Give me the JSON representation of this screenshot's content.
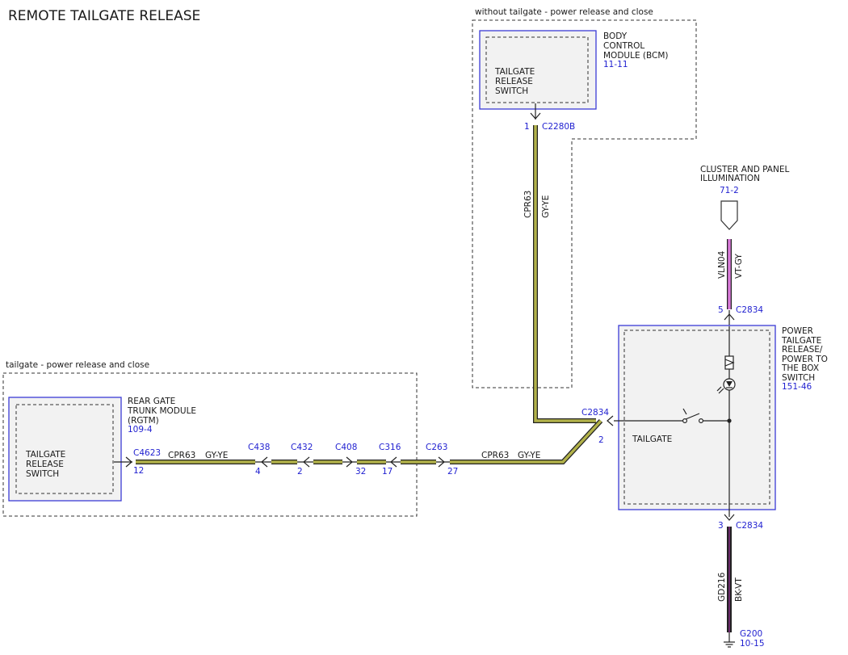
{
  "title": "REMOTE TAILGATE RELEASE",
  "groups": {
    "without_tailgate": "without tailgate - power release and close",
    "tailgate": "tailgate - power release and close"
  },
  "bcm": {
    "name_l1": "BODY",
    "name_l2": "CONTROL",
    "name_l3": "MODULE (BCM)",
    "ref": "11-11",
    "switch_l1": "TAILGATE",
    "switch_l2": "RELEASE",
    "switch_l3": "SWITCH",
    "pin": "1",
    "connector": "C2280B"
  },
  "rgtm": {
    "name_l1": "REAR GATE",
    "name_l2": "TRUNK MODULE",
    "name_l3": "(RGTM)",
    "ref": "109-4",
    "switch_l1": "TAILGATE",
    "switch_l2": "RELEASE",
    "switch_l3": "SWITCH",
    "connector": "C4623",
    "pin": "12"
  },
  "cluster": {
    "name_l1": "CLUSTER AND PANEL",
    "name_l2": "ILLUMINATION",
    "ref": "71-2"
  },
  "ptr": {
    "name_l1": "POWER",
    "name_l2": "TAILGATE",
    "name_l3": "RELEASE/",
    "name_l4": "POWER TO",
    "name_l5": "THE BOX",
    "name_l6": "SWITCH",
    "ref": "151-46",
    "switch_label": "TAILGATE",
    "conn_top": "C2834",
    "pin_top": "5",
    "conn_left": "C2834",
    "pin_left": "2",
    "conn_bottom": "C2834",
    "pin_bottom": "3"
  },
  "wires": {
    "circuit_cpr": "CPR63",
    "color_gy": "GY-YE",
    "circuit_vln": "VLN04",
    "color_vt": "VT-GY",
    "circuit_gd": "GD216",
    "color_bk": "BK-VT"
  },
  "inline_connectors": [
    {
      "name": "C438",
      "pin": "4"
    },
    {
      "name": "C432",
      "pin": "2"
    },
    {
      "name": "C408",
      "pin": "32"
    },
    {
      "name": "C316",
      "pin": "17"
    },
    {
      "name": "C263",
      "pin": "27"
    }
  ],
  "ground": {
    "name": "G200",
    "ref": "10-15"
  }
}
